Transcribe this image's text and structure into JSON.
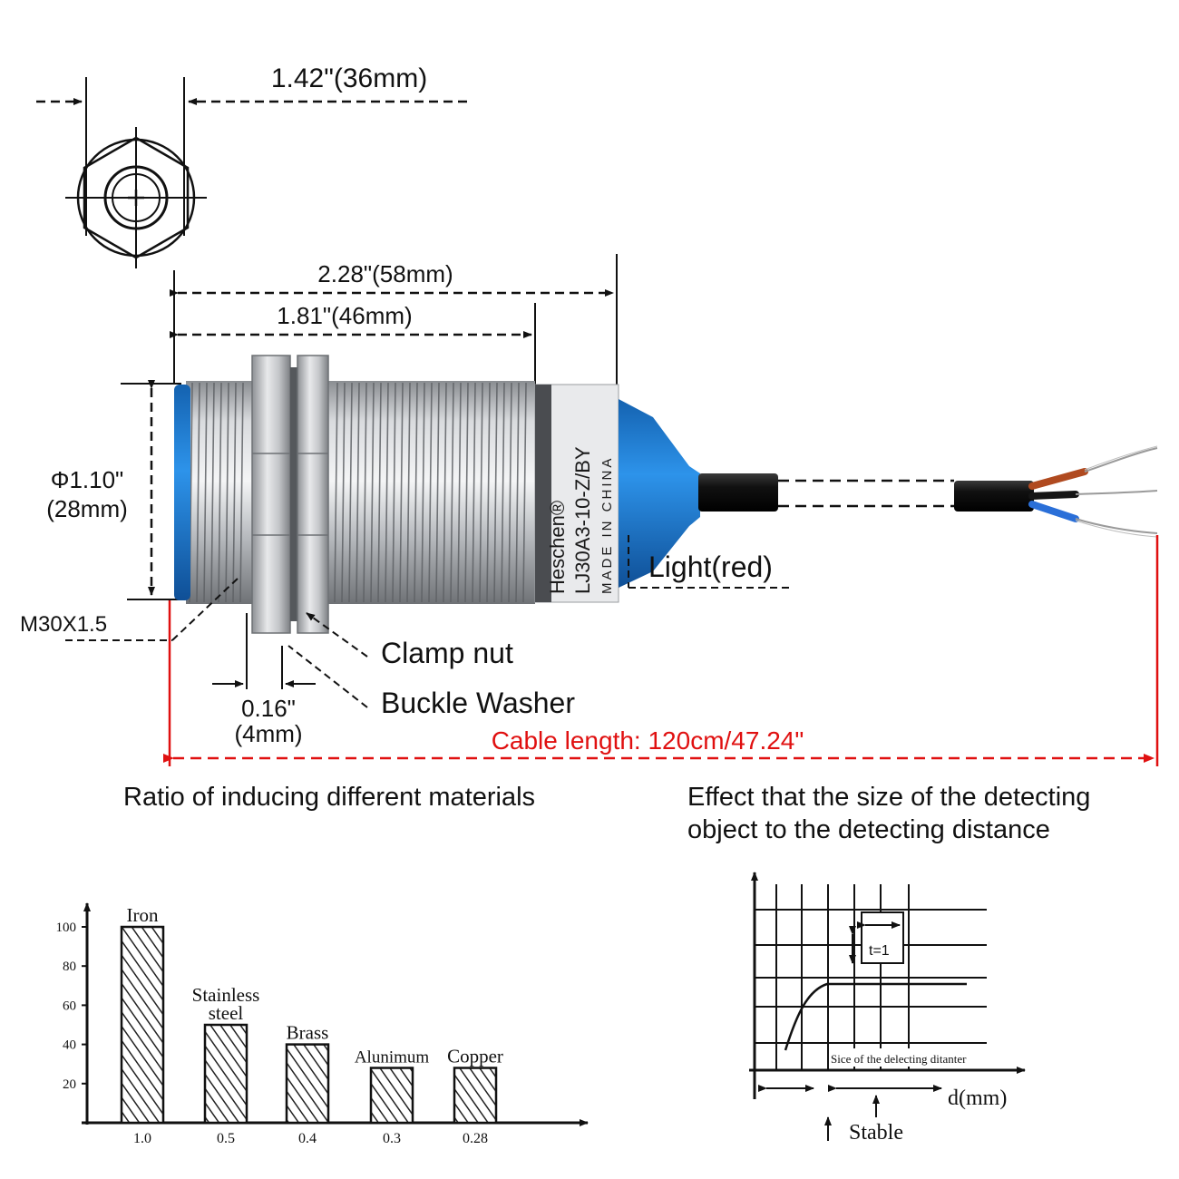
{
  "dimensions": {
    "hex_width": "1.42\"(36mm)",
    "total_length": "2.28\"(58mm)",
    "thread_length": "1.81\"(46mm)",
    "diameter_in": "Φ1.10\"",
    "diameter_mm": "(28mm)",
    "thread_spec": "M30X1.5",
    "nut_thickness_in": "0.16\"",
    "nut_thickness_mm": "(4mm)",
    "cable_length": "Cable length: 120cm/47.24\""
  },
  "callouts": {
    "light": "Light(red)",
    "clamp_nut": "Clamp nut",
    "buckle_washer": "Buckle Washer"
  },
  "sensor_label": {
    "brand": "Heschen®",
    "model": "LJ30A3-10-Z/BY",
    "origin": "MADE IN CHINA"
  },
  "colors": {
    "cap_blue": "#1e7fd6",
    "cable_brown": "#b04a20",
    "cable_blue": "#2a6fd8",
    "cable_black": "#151515",
    "dimension_red": "#e01010",
    "metal": "#b9bcc0"
  },
  "left_chart": {
    "heading": "Ratio of inducing different materials",
    "chart_data": {
      "type": "bar",
      "categories": [
        "Iron",
        "Stainless steel",
        "Brass",
        "Alunimum",
        "Copper"
      ],
      "category_labels": [
        [
          "Iron"
        ],
        [
          "Stainless",
          "steel"
        ],
        [
          "Brass"
        ],
        [
          "Alunimum"
        ],
        [
          "Copper"
        ]
      ],
      "ratio_labels": [
        "1.0",
        "0.5",
        "0.4",
        "0.3",
        "0.28"
      ],
      "values": [
        100,
        50,
        40,
        28,
        28
      ],
      "yticks": [
        "100",
        "80",
        "60",
        "40",
        "20"
      ],
      "ytick_values": [
        100,
        80,
        60,
        40,
        20
      ],
      "ylim": [
        0,
        100
      ],
      "fill": "hatched"
    }
  },
  "right_chart": {
    "heading_line1": "Effect that the size of the detecting",
    "heading_line2": "object to the detecting distance",
    "xlabel": "d(mm)",
    "curve_label": "Sice of the delecting ditanter",
    "stable_label": "Stable",
    "t_label": "t=1"
  }
}
